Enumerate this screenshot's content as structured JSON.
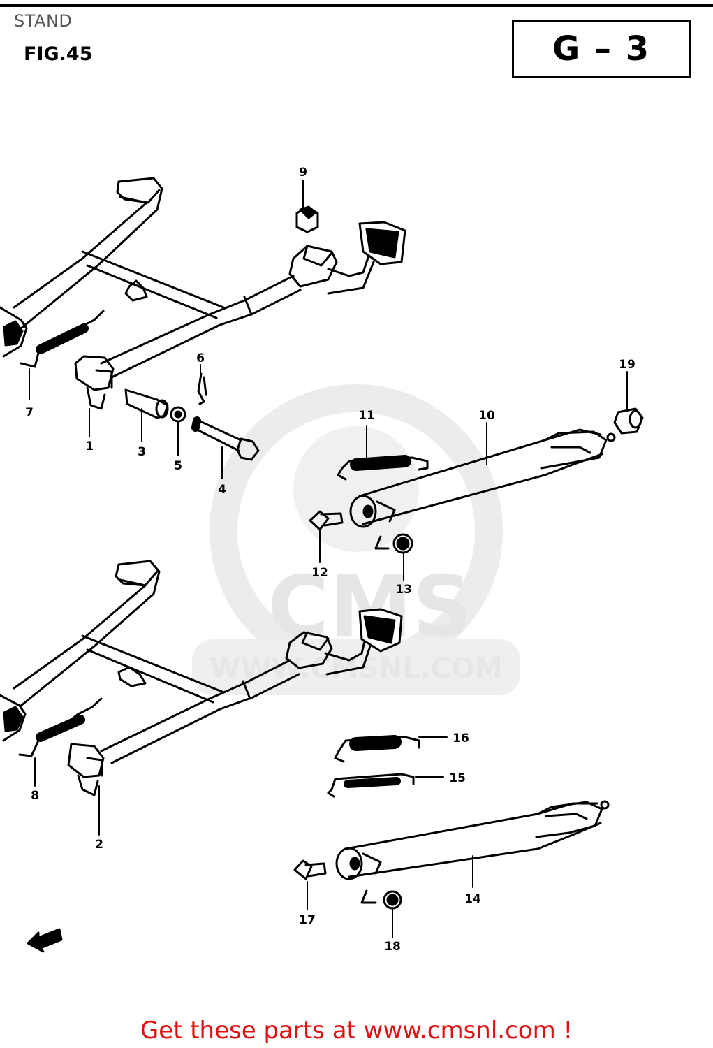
{
  "header": {
    "title": "STAND",
    "figure": "FIG.45",
    "section_code": "G – 3"
  },
  "diagram": {
    "part_numbers": [
      "1",
      "2",
      "3",
      "4",
      "5",
      "6",
      "7",
      "8",
      "9",
      "10",
      "11",
      "12",
      "13",
      "14",
      "15",
      "16",
      "17",
      "18",
      "19"
    ]
  },
  "watermark": {
    "brand": "CMS",
    "site": "WWW.CMSNL.COM"
  },
  "footer": {
    "link_text": "Get these parts at www.cmsnl.com !"
  },
  "colors": {
    "footer_text": "#e01010",
    "line": "#000000",
    "watermark": "#e6e6e6"
  }
}
